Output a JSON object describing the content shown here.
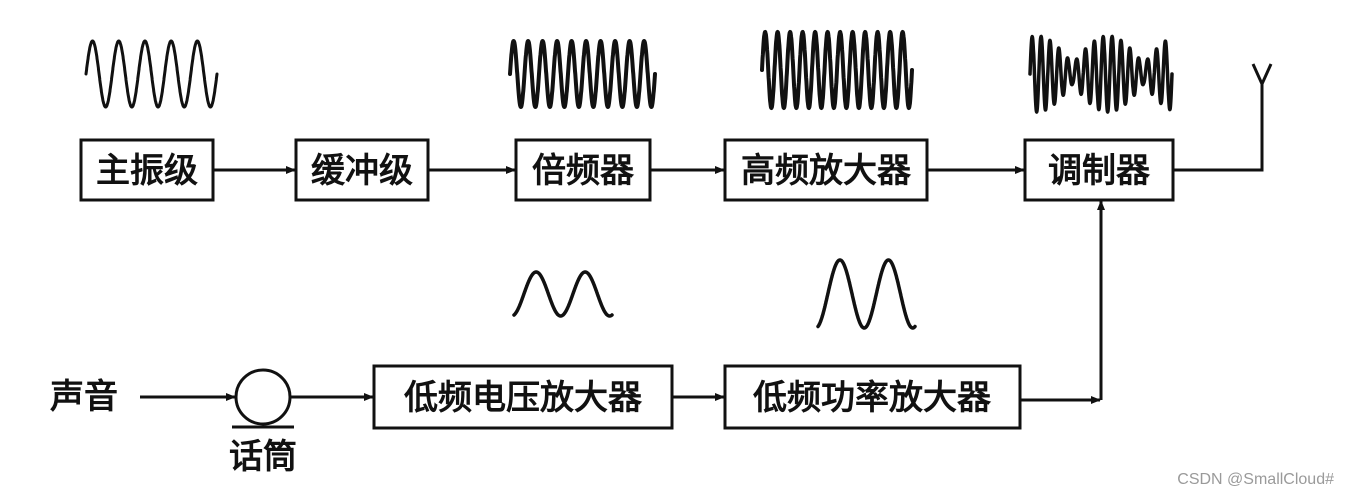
{
  "blocks": {
    "main_oscillator": "主振级",
    "buffer": "缓冲级",
    "multiplier": "倍频器",
    "hf_amplifier": "高频放大器",
    "modulator": "调制器",
    "lf_voltage_amp": "低频电压放大器",
    "lf_power_amp": "低频功率放大器"
  },
  "labels": {
    "sound": "声音",
    "microphone": "话筒"
  },
  "watermark": "CSDN @SmallCloud#"
}
